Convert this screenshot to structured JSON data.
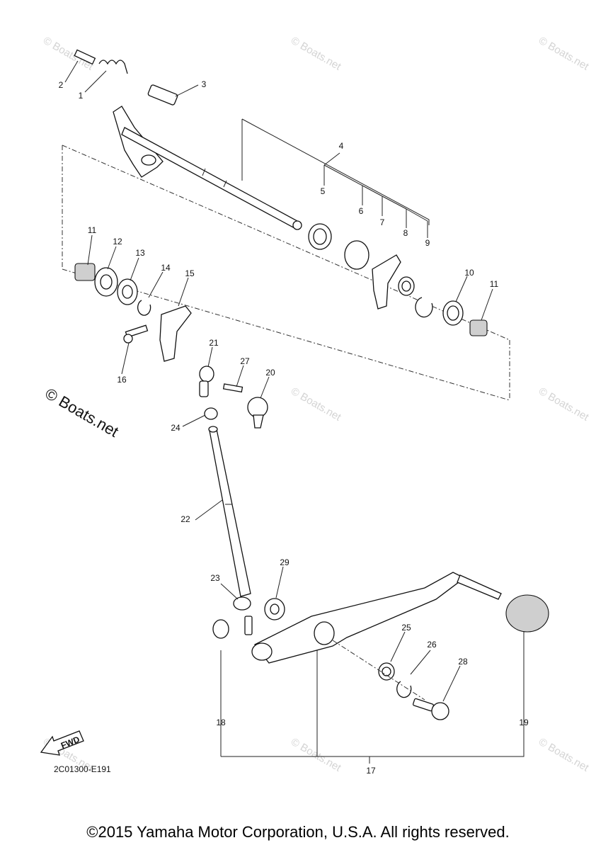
{
  "diagram": {
    "watermark_small": "© Boats.net",
    "watermark_large": "© Boats.net",
    "diagram_code": "2C01300-E191",
    "fwd_label": "FWD",
    "copyright": "©2015 Yamaha Motor Corporation, U.S.A. All rights reserved.",
    "callouts": [
      "1",
      "2",
      "3",
      "4",
      "5",
      "6",
      "7",
      "8",
      "9",
      "10",
      "11",
      "11",
      "12",
      "13",
      "14",
      "15",
      "16",
      "17",
      "18",
      "19",
      "20",
      "21",
      "22",
      "23",
      "24",
      "25",
      "26",
      "27",
      "28",
      "29"
    ]
  }
}
